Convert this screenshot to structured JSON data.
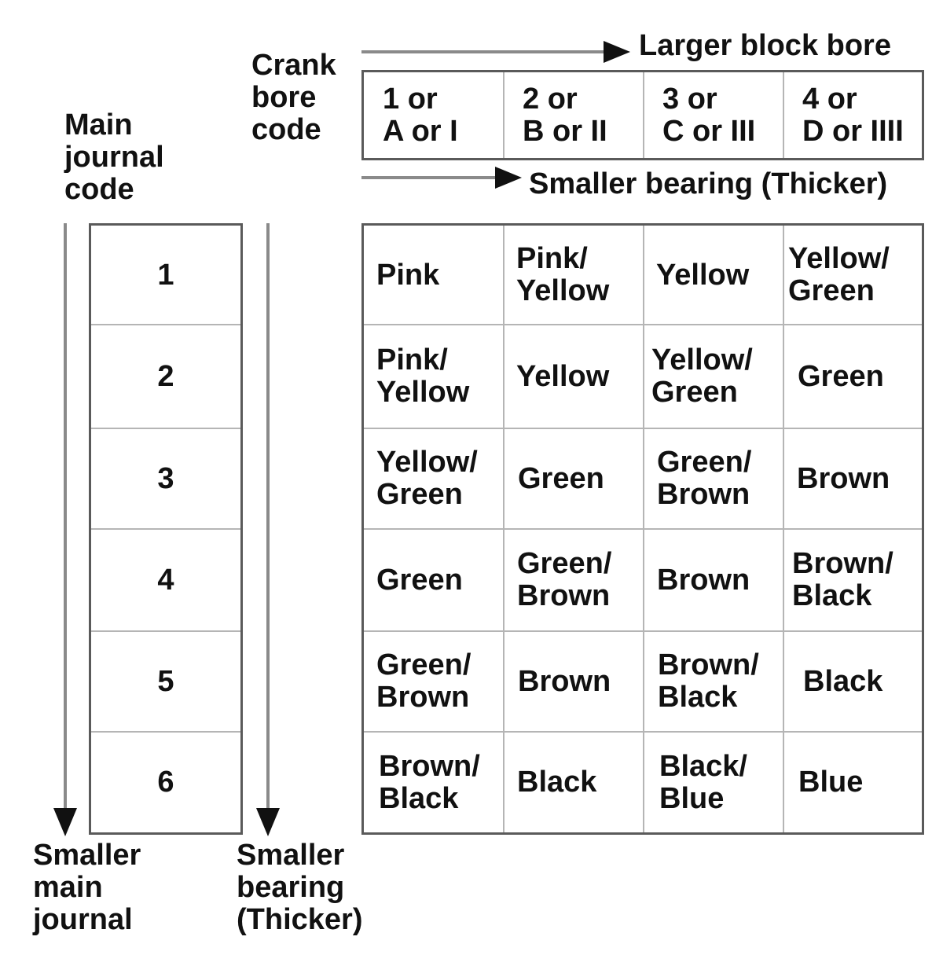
{
  "labels": {
    "crank_bore_code": "Crank\nbore\ncode",
    "larger_block_bore": "Larger block bore",
    "smaller_bearing_thicker_top": "Smaller bearing (Thicker)",
    "main_journal_code": "Main\njournal\ncode",
    "smaller_main_journal": "Smaller\nmain\njournal",
    "smaller_bearing_thicker_bottom": "Smaller\nbearing\n(Thicker)"
  },
  "crank_bore_codes": [
    "1 or\nA or I",
    "2 or\nB or II",
    "3 or\nC or III",
    "4 or\nD or IIII"
  ],
  "main_journal_codes": [
    "1",
    "2",
    "3",
    "4",
    "5",
    "6"
  ],
  "bearing_colors": [
    [
      "Pink",
      "Pink/\nYellow",
      "Yellow",
      "Yellow/\nGreen"
    ],
    [
      "Pink/\nYellow",
      "Yellow",
      "Yellow/\nGreen",
      "Green"
    ],
    [
      "Yellow/\nGreen",
      "Green",
      "Green/\nBrown",
      "Brown"
    ],
    [
      "Green",
      "Green/\nBrown",
      "Brown",
      "Brown/\nBlack"
    ],
    [
      "Green/\nBrown",
      "Brown",
      "Brown/\nBlack",
      "Black"
    ],
    [
      "Brown/\nBlack",
      "Black",
      "Black/\nBlue",
      "Blue"
    ]
  ]
}
